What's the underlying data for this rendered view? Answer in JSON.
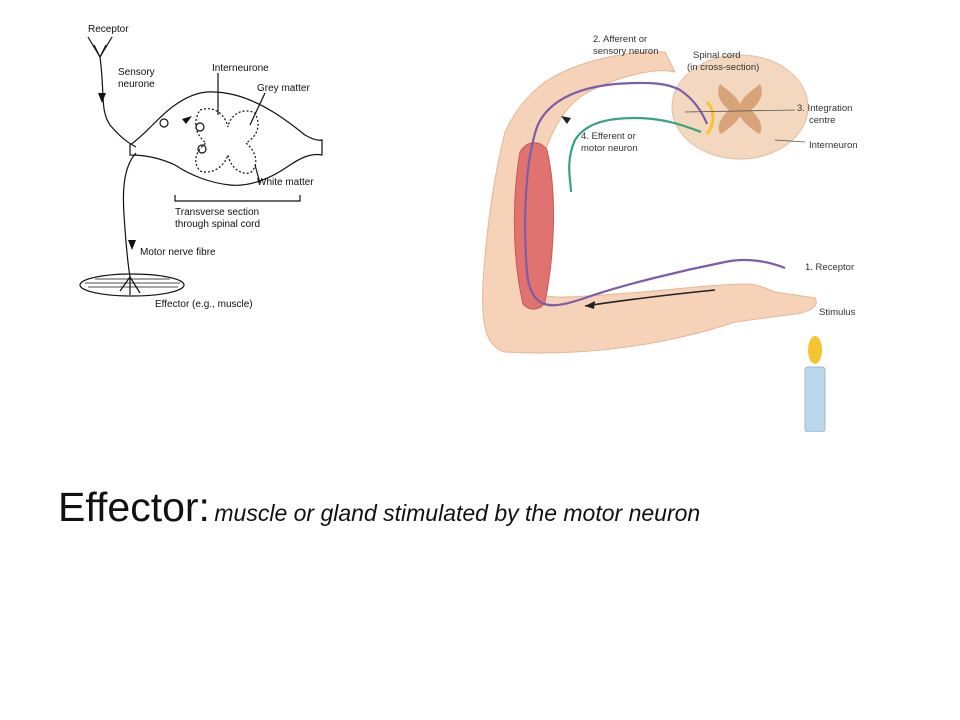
{
  "left_diagram": {
    "labels": {
      "receptor": "Receptor",
      "sensory_line1": "Sensory",
      "sensory_line2": "neurone",
      "interneurone": "Interneurone",
      "grey_matter": "Grey matter",
      "white_matter": "White matter",
      "transverse_line1": "Transverse section",
      "transverse_line2": "through spinal cord",
      "motor_nerve": "Motor nerve fibre",
      "effector": "Effector (e.g., muscle)"
    }
  },
  "right_diagram": {
    "labels": {
      "afferent_line1": "2. Afferent or",
      "afferent_line2": "sensory neuron",
      "spinal_line1": "Spinal cord",
      "spinal_line2": "(in cross-section)",
      "integration_line1": "3. Integration",
      "integration_line2": "centre",
      "efferent_line1": "4. Efferent or",
      "efferent_line2": "motor neuron",
      "interneuron": "Interneuron",
      "receptor": "1. Receptor",
      "stimulus": "Stimulus"
    },
    "colors": {
      "skin": "#f6d2b8",
      "muscle": "#e0736f",
      "sensory": "#7b5ea7",
      "motor": "#3aa37a",
      "cord": "#f3d7bf",
      "grey_matter": "#d9a37a",
      "candle": "#bcd6ea",
      "flame": "#f6c431"
    }
  },
  "caption": {
    "term": "Effector:",
    "definition": "muscle or gland stimulated by the motor neuron"
  }
}
